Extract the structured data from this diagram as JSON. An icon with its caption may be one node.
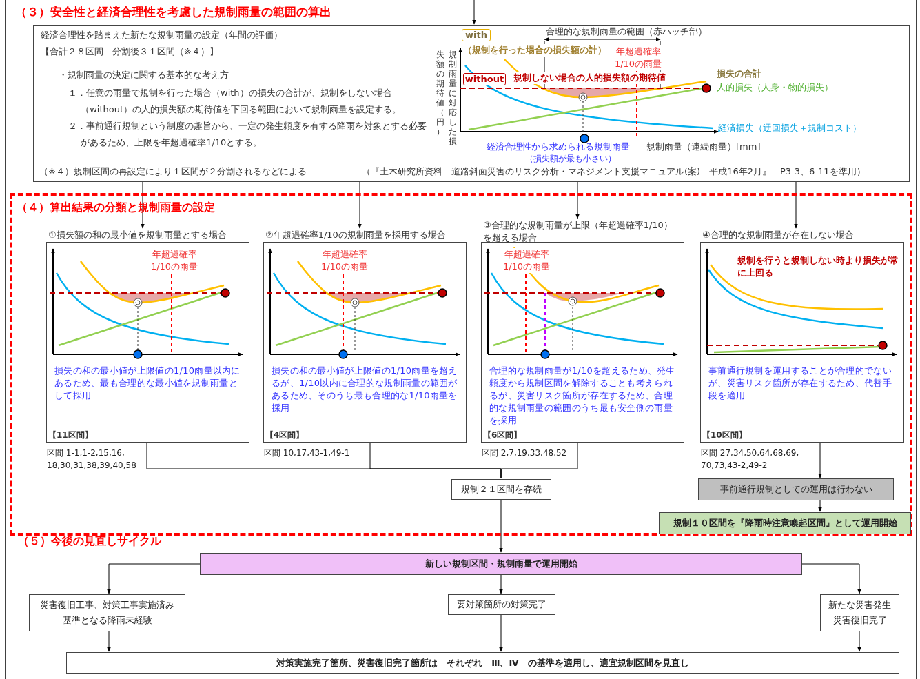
{
  "diagram": {
    "nodes": [
      {
        "text": [
          "経済合理性を踏まえた新たな規制雨量の設定（年間の評価）",
          "【合計２８区間　分割後３１区間（※４）】",
          "・規制雨量の決定に関する基本的な考え方",
          "１．任意の雨量で規制を行った場合（with）の損失の合計が、規制をしない場合（without）の人的損失額の期待値を下回る範囲において規制雨量を設定する。",
          "２．事前通行規制という制度の趣旨から、一定の発生頻度を有する降雨を対象とする必要があるため、上限を年超過確率1/10とする。",
          "（※４）規制区間の再設定により１区間が２分割されるなどによる",
          "（『土木研究所資料　道路斜面災害のリスク分析・マネジメント支援マニュアル(案)　平成16年2月』　P3-3、6-11を準用）"
        ]
      },
      {
        "text": [
          "with"
        ],
        "in": 0
      },
      {
        "text": [
          "without"
        ],
        "in": 0
      },
      {
        "text": [
          "（４）算出結果の分類と規制雨量の設定"
        ]
      },
      {
        "text": [
          "①損失額の和の最小値を規制雨量とする場合",
          "損失の和の最小値が上限値の1/10雨量以内にあるため、最も合理的な最小値を規制雨量として採用",
          "【11区間】"
        ],
        "beside": [
          "区間 1-1,1-2,15,16, 18,30,31,38,39,40,58"
        ],
        "in": 3
      },
      {
        "text": [
          "②年超過確率1/10の規制雨量を採用する場合",
          "損失の和の最小値が上限値の1/10雨量を超えるが、1/10以内に合理的な規制雨量の範囲があるため、そのうち最も合理的な1/10雨量を採用",
          "【4区間】"
        ],
        "beside": [
          "区間 10,17,43-1,49-1"
        ],
        "in": 3
      },
      {
        "text": [
          "③合理的な規制雨量が上限（年超過確率1/10）を超える場合",
          "合理的な規制雨量が1/10を超えるため、発生頻度から規制区間を解除することも考えられるが、災害リスク箇所が存在するため、合理的な規制雨量の範囲のうち最も安全側の雨量を採用",
          "【6区間】"
        ],
        "beside": [
          "区間 2,7,19,33,48,52"
        ],
        "in": 3
      },
      {
        "text": [
          "④合理的な規制雨量が存在しない場合",
          "事前通行規制を運用することが合理的でないが、災害リスク箇所が存在するため、代替手段を適用",
          "【10区間】"
        ],
        "beside": [
          "区間 27,34,50,64,68,69, 70,73,43-2,49-2"
        ],
        "in": 3
      },
      {
        "text": [
          "規制２１区間を存続"
        ],
        "in": 3
      },
      {
        "text": [
          "事前通行規制としての運用は行わない"
        ],
        "in": 3
      },
      {
        "text": [
          "規制１０区間を『降雨時注意喚起区間』として運用開始"
        ],
        "in": 3
      },
      {
        "text": [
          "新しい規制区間・規制雨量で運用開始"
        ]
      },
      {
        "text": [
          "災害復旧工事、対策工事実施済み",
          "基準となる降雨未経験"
        ]
      },
      {
        "text": [
          "要対策箇所の対策完了"
        ]
      },
      {
        "text": [
          "新たな災害発生",
          "災害復旧完了"
        ]
      },
      {
        "text": [
          "対策実施完了箇所、災害復旧完了箇所は　それぞれ　Ⅲ、Ⅳ　の基準を適用し、適宜規制区間を見直し"
        ]
      }
    ],
    "edges": [
      {
        "from": null,
        "to": 0,
        "arrow": "to"
      },
      {
        "from": 0,
        "to": 4,
        "arrow": "to"
      },
      {
        "from": 0,
        "to": 5,
        "arrow": "to"
      },
      {
        "from": 0,
        "to": 6,
        "arrow": "to"
      },
      {
        "from": 0,
        "to": 7,
        "arrow": "to"
      },
      {
        "from": 4,
        "to": 8,
        "arrow": "none"
      },
      {
        "from": 5,
        "to": 8,
        "arrow": "none"
      },
      {
        "from": 6,
        "to": 8,
        "arrow": "none"
      },
      {
        "from": 7,
        "to": 9,
        "arrow": "to"
      },
      {
        "from": 9,
        "to": 10,
        "arrow": "to"
      },
      {
        "from": 8,
        "to": 11,
        "arrow": "to"
      },
      {
        "from": 11,
        "to": 12,
        "arrow": "to"
      },
      {
        "from": 11,
        "to": 13,
        "arrow": "to"
      },
      {
        "from": 11,
        "to": 14,
        "arrow": "to"
      },
      {
        "from": 12,
        "to": 15,
        "arrow": "to"
      },
      {
        "from": 13,
        "to": 15,
        "arrow": "to"
      },
      {
        "from": 14,
        "to": 15,
        "arrow": "to"
      }
    ],
    "labels": [
      "（３）安全性と経済合理性を考慮した規制雨量の範囲の算出",
      "合理的な規制雨量の範囲（赤ハッチ部）",
      "（規制を行った場合の損失額の計）",
      "年超過確率 1/10の雨量",
      "規制しない場合の人的損失額の期待値",
      "損失の合計",
      "人的損失（人身・物的損失）",
      "規制雨量に対応した損失額の期待値（円）",
      "経済損失（迂回損失＋規制コスト）",
      "経済合理性から求められる規制雨量",
      "規制雨量（連続雨量）[mm]",
      "（損失額が最も小さい）",
      "年超過確率 1/10の雨量",
      "年超過確率 1/10の雨量",
      "年超過確率 1/10の雨量",
      "規制を行うと規制しない時より損失が常に上回る",
      "（５）今後の見直しサイクル"
    ]
  }
}
